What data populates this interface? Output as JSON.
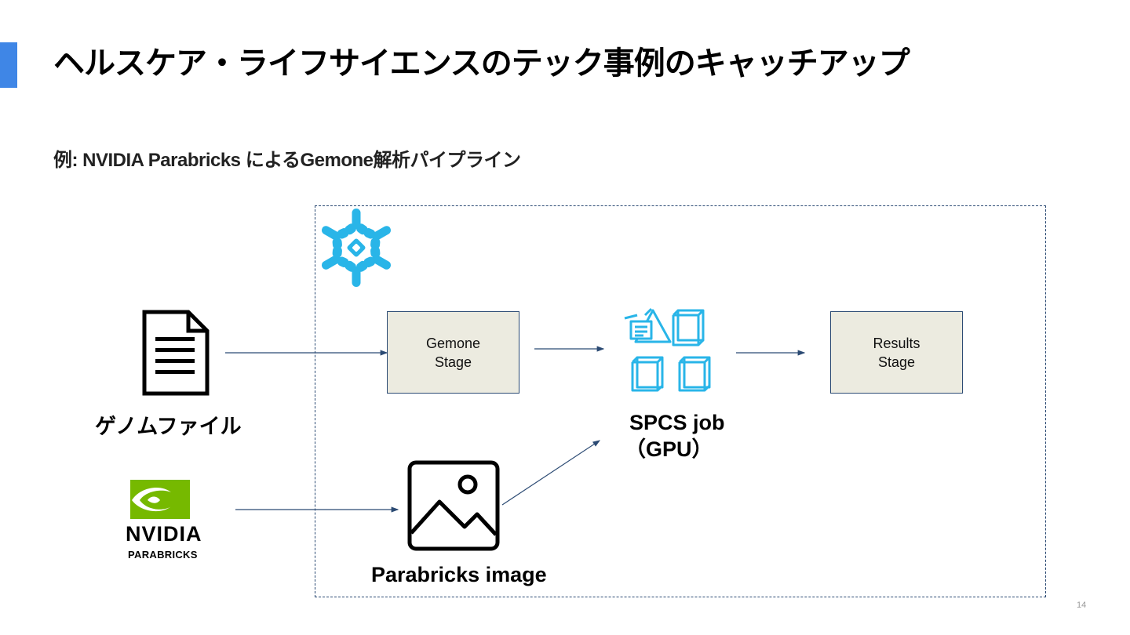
{
  "slide": {
    "title": "ヘルスケア・ライフサイエンスのテック事例のキャッチアップ",
    "subtitle": "例: NVIDIA Parabricks によるGemone解析パイプライン",
    "page_number": "14"
  },
  "diagram": {
    "genome_file": {
      "label": "ゲノムファイル",
      "icon": "document-icon"
    },
    "nvidia_logo": {
      "wordmark": "NVIDIA",
      "product": "PARABRICKS",
      "brand_color": "#76b900"
    },
    "gemone_stage": {
      "line1": "Gemone",
      "line2": "Stage"
    },
    "spcs_job": {
      "line1": "SPCS job",
      "line2": "（GPU）",
      "icon": "cubes-icon"
    },
    "results_stage": {
      "line1": "Results",
      "line2": "Stage"
    },
    "parabricks_image": {
      "label": "Parabricks image",
      "icon": "image-icon"
    },
    "snowflake": {
      "icon": "snowflake-icon",
      "color": "#29b5e8"
    },
    "colors": {
      "accent": "#3f86e6",
      "stage_fill": "#ecebe0",
      "border": "#2b4a73",
      "cube": "#29b5e8"
    }
  }
}
